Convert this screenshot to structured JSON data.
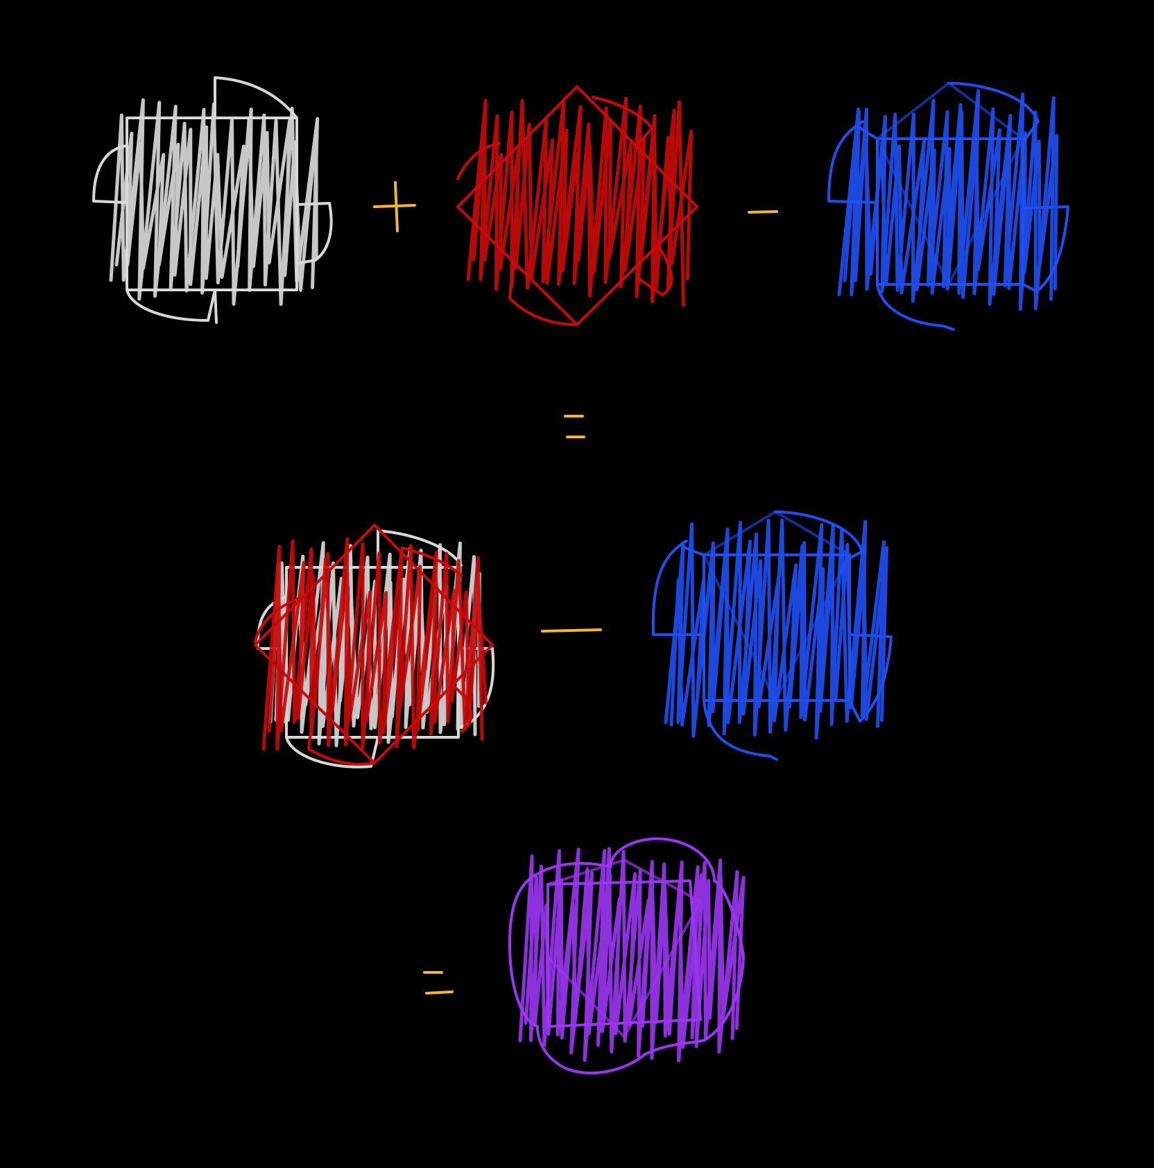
{
  "colors": {
    "background": "#000000",
    "operator": "#f2b632",
    "white_shape": "#d8d8d8",
    "red_shape": "#c80a0a",
    "blue_shape": "#1f4ff0",
    "purple_shape": "#9a36f0"
  },
  "equation": {
    "line1": [
      "white-pinwheel-shape",
      "plus",
      "red-diamond-shape",
      "minus",
      "blue-cross-shape"
    ],
    "line2": [
      "equals"
    ],
    "line3": [
      "white-and-red-overlap-shape",
      "minus",
      "blue-cross-shape"
    ],
    "line4": [
      "equals",
      "purple-result-shape"
    ]
  }
}
